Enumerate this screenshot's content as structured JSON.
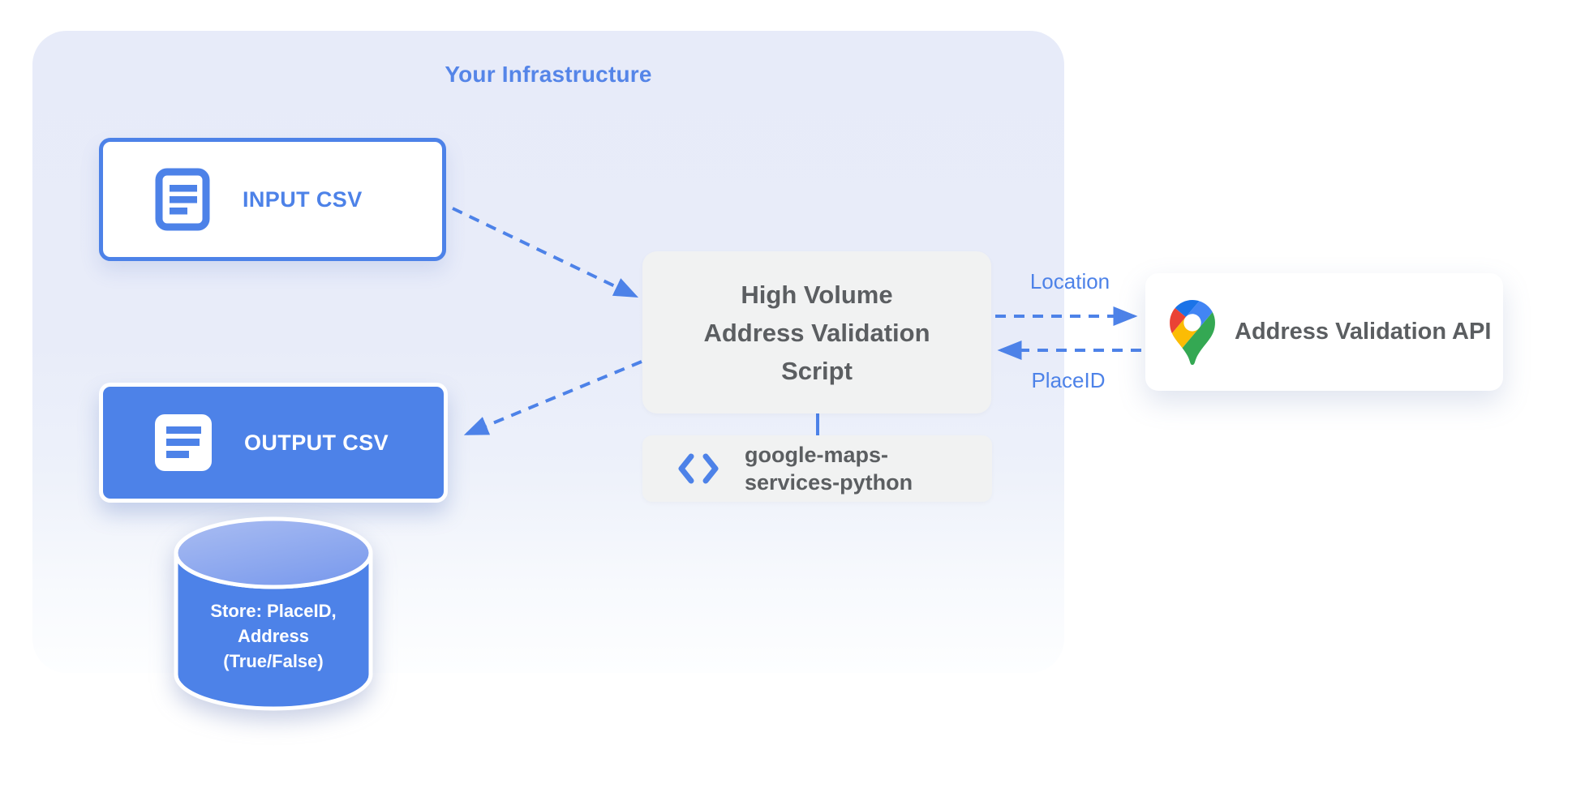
{
  "colors": {
    "accent_blue": "#4d82e8",
    "title_blue": "#5585e8",
    "dark_text": "#5b5e61",
    "gray_box": "#f1f2f2",
    "infra_background": "#e7ebf9",
    "pin_red": "#ea4335",
    "pin_blue": "#4285f4",
    "pin_yellow": "#fbbc04",
    "pin_green": "#34a853"
  },
  "infrastructure": {
    "title": "Your Infrastructure"
  },
  "nodes": {
    "input_csv": {
      "label": "INPUT CSV",
      "icon": "document-icon"
    },
    "output_csv": {
      "label": "OUTPUT CSV",
      "icon": "document-icon"
    },
    "datastore": {
      "shape": "database-cylinder",
      "lines": [
        "Store: PlaceID,",
        "Address",
        "(True/False)"
      ]
    },
    "script": {
      "lines": [
        "High Volume",
        "Address Validation",
        "Script"
      ]
    },
    "library": {
      "icon": "code-icon",
      "lines": [
        "google-maps-",
        "services-python"
      ]
    },
    "api": {
      "label": "Address Validation API",
      "icon": "google-maps-pin-icon"
    }
  },
  "edges": [
    {
      "from": "input_csv",
      "to": "script",
      "style": "dashed-arrow",
      "label": ""
    },
    {
      "from": "script",
      "to": "output_csv",
      "style": "dashed-arrow",
      "label": ""
    },
    {
      "from": "script",
      "to": "api",
      "style": "dashed-arrow",
      "label": "Location"
    },
    {
      "from": "api",
      "to": "script",
      "style": "dashed-arrow",
      "label": "PlaceID"
    },
    {
      "from": "script",
      "to": "library",
      "style": "solid-line",
      "label": ""
    }
  ]
}
